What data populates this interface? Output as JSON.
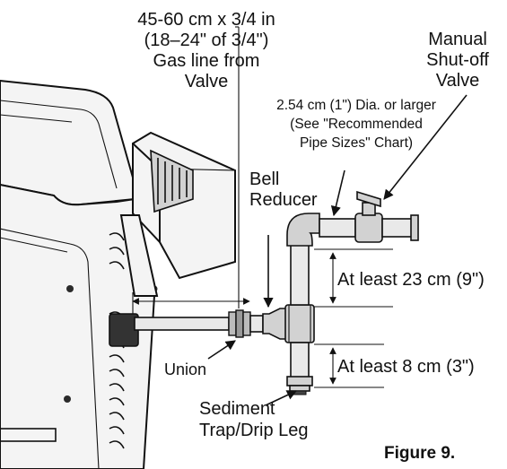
{
  "figure": {
    "caption": "Figure 9.",
    "labels": {
      "gas_line": [
        "45-60 cm x 3/4 in",
        "(18–24\" of 3/4\")",
        "Gas line from",
        "Valve"
      ],
      "shutoff_valve": [
        "Manual",
        "Shut-off",
        "Valve"
      ],
      "pipe_dia": [
        "2.54 cm (1\") Dia. or larger",
        "(See \"Recommended",
        "Pipe Sizes\" Chart)"
      ],
      "bell_reducer": [
        "Bell",
        "Reducer"
      ],
      "min_23": "At least 23 cm (9\")",
      "min_8": "At least 8 cm (3\")",
      "union": "Union",
      "sediment_trap": [
        "Sediment",
        "Trap/Drip Leg"
      ]
    }
  }
}
